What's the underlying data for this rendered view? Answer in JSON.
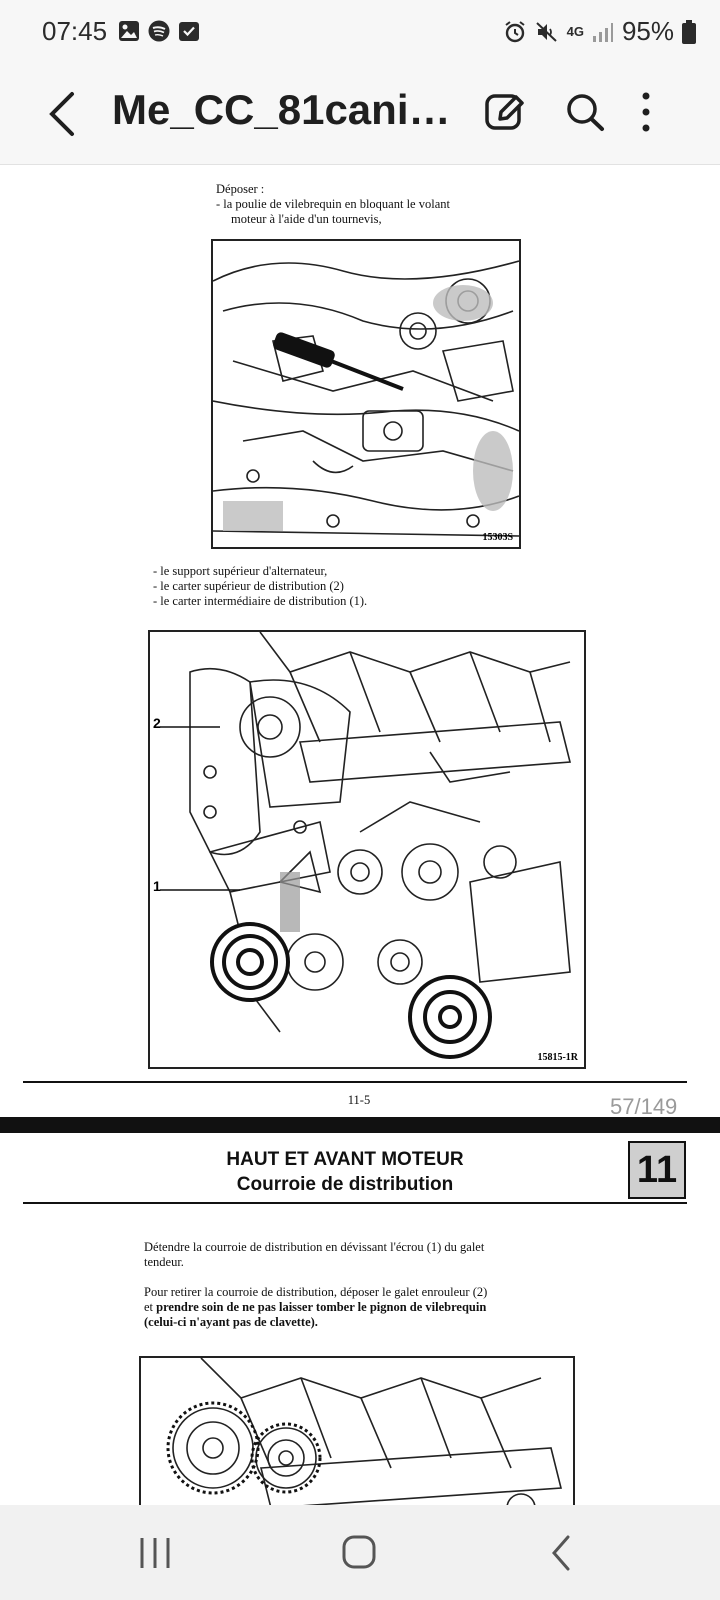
{
  "status_bar": {
    "time": "07:45",
    "network": "4G",
    "battery": "95%"
  },
  "app_bar": {
    "title": "Me_CC_81caniq…",
    "icons": [
      "back-arrow-icon",
      "edit-icon",
      "search-icon",
      "more-vert-icon"
    ]
  },
  "page1": {
    "intro_label": "Déposer :",
    "intro_item_line1": "-   la poulie de vilebrequin en bloquant le volant",
    "intro_item_line2": "moteur à l'aide d'un tournevis,",
    "figure1_code": "15303S",
    "list": [
      "-   le support supérieur d'alternateur,",
      "-   le carter supérieur de distribution (2)",
      "-   le carter intermédiaire de distribution (1)."
    ],
    "figure2_callout_2": "2",
    "figure2_callout_1": "1",
    "figure2_code": "15815-1R",
    "footer": "11-5"
  },
  "page_indicator": "57/149",
  "page2": {
    "header_line1": "HAUT ET AVANT MOTEUR",
    "header_line2": "Courroie de distribution",
    "chapter_badge": "11",
    "para1_line1": "Détendre la courroie de distribution en dévissant l'écrou (1) du galet",
    "para1_line2": "tendeur.",
    "para2_line1": "Pour retirer la courroie de distribution, déposer le galet enrouleur (2)",
    "para2_line2_prefix": "et ",
    "para2_line2_bold": "prendre soin de ne pas laisser tomber le pignon de vilebrequin",
    "para2_line3_bold": "(celui-ci n'ayant pas de clavette)."
  },
  "colors": {
    "bar_background": "#f7f7f7",
    "text": "#1f1f1f",
    "badge_fill": "#cfcfcf",
    "page_indicator": "#9a9a9a"
  }
}
